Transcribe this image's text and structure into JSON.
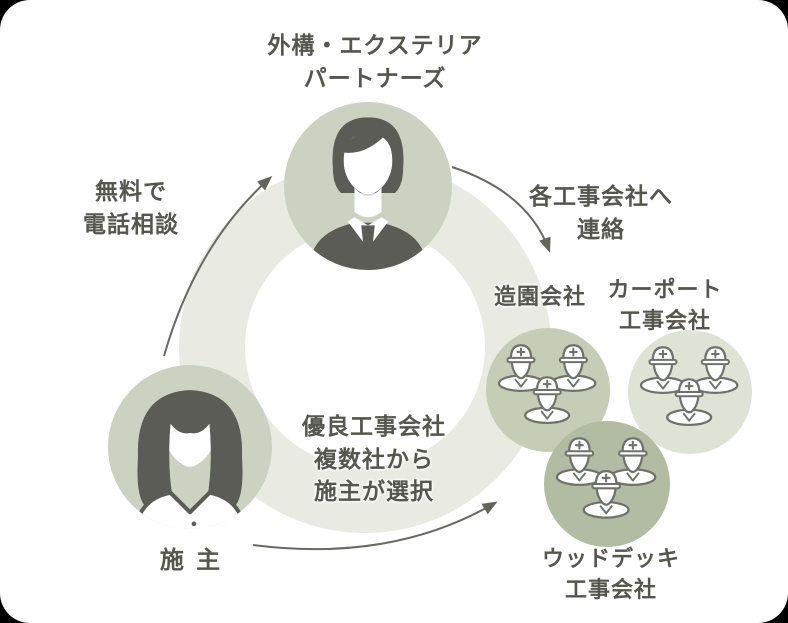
{
  "title": {
    "line1": "外構・エクステリア",
    "line2": "パートナーズ"
  },
  "owner": {
    "label": "施 主"
  },
  "edges": {
    "consult": {
      "line1": "無料で",
      "line2": "電話相談",
      "from": "owner",
      "to": "partners"
    },
    "contact": {
      "line1": "各工事会社へ",
      "line2": "連絡",
      "from": "partners",
      "to": "companies"
    },
    "select": {
      "line1": "優良工事会社",
      "line2": "複数社から",
      "line3": "施主が選択",
      "from": "owner",
      "to": "companies"
    }
  },
  "companies": {
    "landscaping": {
      "line1": "造園会社"
    },
    "carport": {
      "line1": "カーポート",
      "line2": "工事会社"
    },
    "wooddeck": {
      "line1": "ウッドデッキ",
      "line2": "工事会社"
    }
  },
  "icons": {
    "partners": "businessman-icon",
    "owner": "woman-icon",
    "companies": "workers-icon"
  },
  "colors": {
    "sage": "#cbd2c1",
    "sage_medium": "#c5cdb7",
    "sage_light": "#dfe3d6",
    "sage_dark": "#b1bca3",
    "ring": "#e9ebe2",
    "silhouette": "#5b5c56",
    "text": "#55564e",
    "arrow": "#686961"
  }
}
